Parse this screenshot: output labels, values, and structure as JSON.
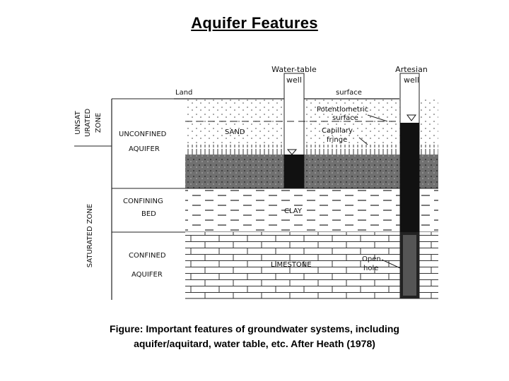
{
  "title": "Aquifer Features",
  "caption": {
    "line1": "Figure: Important features of groundwater systems, including",
    "line2": "aquifer/aquitard, water table, etc. After Heath (1978)"
  },
  "diagram": {
    "wells": {
      "water_table": [
        "Water-table",
        "well"
      ],
      "artesian": [
        "Artesian",
        "well"
      ]
    },
    "surface_labels": {
      "land": "Land",
      "surface": "surface"
    },
    "zones": {
      "unsaturated": [
        "UNSAT",
        "URATED",
        "ZONE"
      ],
      "saturated": "SATURATED ZONE"
    },
    "layers": {
      "unconfined": [
        "UNCONFINED",
        "AQUIFER"
      ],
      "confining": [
        "CONFINING",
        "BED"
      ],
      "confined": [
        "CONFINED",
        "AQUIFER"
      ]
    },
    "materials": {
      "sand": "SAND",
      "clay": "CLAY",
      "limestone": "LIMESTONE"
    },
    "annotations": {
      "potentiometric": [
        "Potentiometric",
        "surface"
      ],
      "capillary": [
        "Capillary",
        "fringe"
      ],
      "open_hole": [
        "Open",
        "hole"
      ]
    }
  }
}
